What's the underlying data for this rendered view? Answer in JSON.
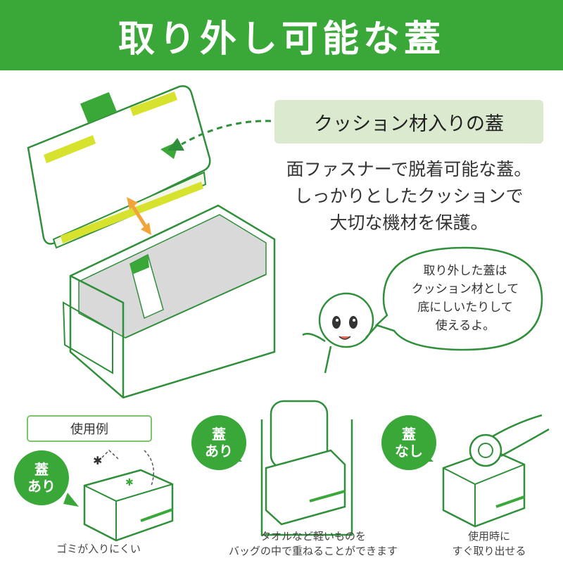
{
  "header": {
    "title": "取り外し可能な蓋"
  },
  "feature": {
    "label": "クッション材入りの蓋",
    "description": [
      "面ファスナーで脱着可能な蓋。",
      "しっかりとしたクッションで",
      "大切な機材を保護。"
    ]
  },
  "speech_bubble": {
    "lines": [
      "取り外した蓋は",
      "クッション材として",
      "底にしいたりして",
      "使えるよ。"
    ]
  },
  "usage": {
    "label": "使用例",
    "examples": [
      {
        "badge": [
          "蓋",
          "あり"
        ],
        "caption": [
          "ゴミが入りにくい"
        ]
      },
      {
        "badge": [
          "蓋",
          "あり"
        ],
        "caption": [
          "タオルなど軽いものを",
          "バッグの中で重ねることができます"
        ]
      },
      {
        "badge": [
          "蓋",
          "なし"
        ],
        "caption": [
          "使用時に",
          "すぐ取り出せる"
        ]
      }
    ]
  },
  "colors": {
    "brand_green": "#3aa739",
    "light_green": "#dbe9cf",
    "accent_yellow": "#d7e22f",
    "arrow_orange": "#f0a43a"
  }
}
